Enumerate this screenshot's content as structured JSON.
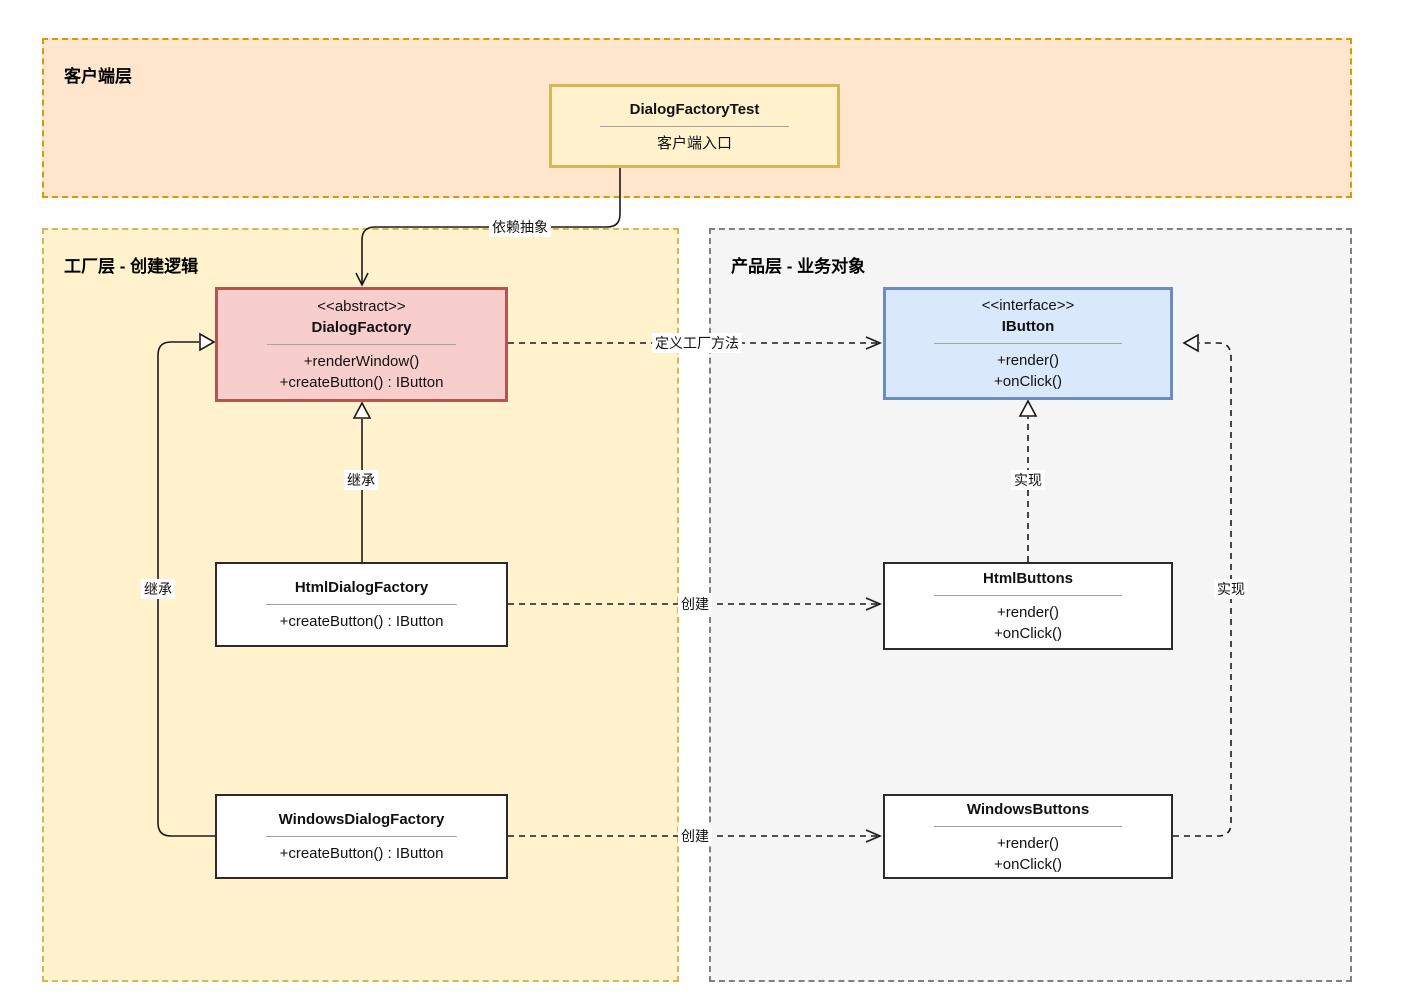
{
  "panels": {
    "client": {
      "title": "客户端层"
    },
    "factory": {
      "title": "工厂层 - 创建逻辑"
    },
    "product": {
      "title": "产品层 - 业务对象"
    }
  },
  "classes": {
    "dialog_factory_test": {
      "name": "DialogFactoryTest",
      "note": "客户端入口"
    },
    "dialog_factory": {
      "stereotype": "<<abstract>>",
      "name": "DialogFactory",
      "methods": [
        "+renderWindow()",
        "+createButton() : IButton"
      ]
    },
    "ibutton": {
      "stereotype": "<<interface>>",
      "name": "IButton",
      "methods": [
        "+render()",
        "+onClick()"
      ]
    },
    "html_dialog_factory": {
      "name": "HtmlDialogFactory",
      "methods": [
        "+createButton() : IButton"
      ]
    },
    "windows_dialog_factory": {
      "name": "WindowsDialogFactory",
      "methods": [
        "+createButton() : IButton"
      ]
    },
    "html_buttons": {
      "name": "HtmlButtons",
      "methods": [
        "+render()",
        "+onClick()"
      ]
    },
    "windows_buttons": {
      "name": "WindowsButtons",
      "methods": [
        "+render()",
        "+onClick()"
      ]
    }
  },
  "edges": {
    "depend_abstract": "依赖抽象",
    "define_factory_method": "定义工厂方法",
    "inherit_html": "继承",
    "inherit_windows": "继承",
    "implement_html": "实现",
    "implement_windows": "实现",
    "create_html": "创建",
    "create_windows": "创建"
  },
  "colors": {
    "client_fill": "#FFE6CC",
    "client_stroke": "#D79B00",
    "factory_fill": "#FFF2CC",
    "factory_stroke": "#D6B656",
    "product_fill": "#F5F5F5",
    "product_stroke": "#808080",
    "test_fill": "#FFF2CC",
    "test_stroke": "#D6B656",
    "abstract_fill": "#F8CECC",
    "abstract_stroke": "#B85450",
    "interface_fill": "#DAE8FC",
    "interface_stroke": "#6C8EBF",
    "line": "#1a1a1a"
  }
}
